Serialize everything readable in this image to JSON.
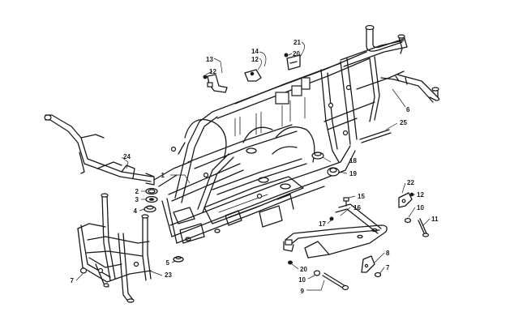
{
  "callouts": [
    {
      "label": "1"
    },
    {
      "label": "2"
    },
    {
      "label": "3"
    },
    {
      "label": "4"
    },
    {
      "label": "5"
    },
    {
      "label": "6"
    },
    {
      "label": "7"
    },
    {
      "label": "7"
    },
    {
      "label": "8"
    },
    {
      "label": "9"
    },
    {
      "label": "10"
    },
    {
      "label": "10"
    },
    {
      "label": "11"
    },
    {
      "label": "12"
    },
    {
      "label": "12"
    },
    {
      "label": "12"
    },
    {
      "label": "13"
    },
    {
      "label": "14"
    },
    {
      "label": "15"
    },
    {
      "label": "16"
    },
    {
      "label": "17"
    },
    {
      "label": "18"
    },
    {
      "label": "19"
    },
    {
      "label": "20"
    },
    {
      "label": "20"
    },
    {
      "label": "21"
    },
    {
      "label": "22"
    },
    {
      "label": "23"
    },
    {
      "label": "24"
    },
    {
      "label": "25"
    }
  ]
}
